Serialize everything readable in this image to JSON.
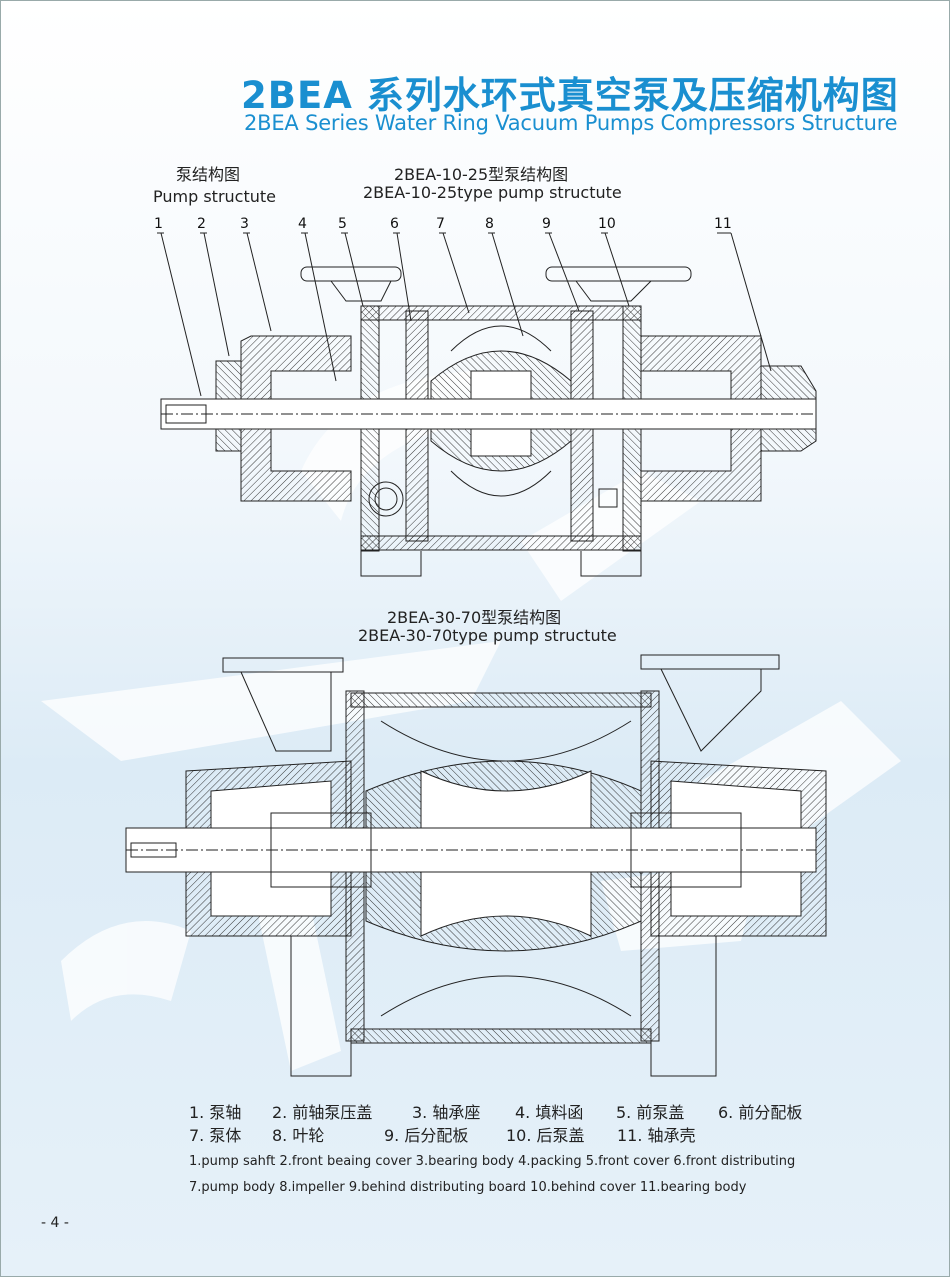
{
  "header": {
    "title_cn": "2BEA  系列水环式真空泵及压缩机构图",
    "title_en": "2BEA Series Water Ring Vacuum Pumps Compressors Structure"
  },
  "section1": {
    "label_cn": "泵结构图",
    "label_en": "Pump structute",
    "model_cn": "2BEA-10-25型泵结构图",
    "model_en": "2BEA-10-25type pump structute",
    "callouts": [
      "1",
      "2",
      "3",
      "4",
      "5",
      "6",
      "7",
      "8",
      "9",
      "10",
      "11"
    ]
  },
  "section2": {
    "model_cn": "2BEA-30-70型泵结构图",
    "model_en": "2BEA-30-70type pump structute"
  },
  "legend": {
    "cn_row1": [
      "1. 泵轴",
      "2. 前轴泵压盖",
      "3. 轴承座",
      "4. 填料函",
      "5. 前泵盖",
      "6. 前分配板"
    ],
    "cn_row2": [
      "7. 泵体",
      "8. 叶轮",
      "9. 后分配板",
      "10. 后泵盖",
      "11. 轴承壳"
    ],
    "en_row1": "1.pump sahft  2.front beaing cover  3.bearing body  4.packing   5.front cover   6.front distributing",
    "en_row2": "7.pump body  8.impeller  9.behind distributing board  10.behind cover   11.bearing body"
  },
  "page_number": "- 4 -",
  "colors": {
    "title": "#1a8fd0",
    "line": "#222222",
    "watermark": "#ffffff"
  }
}
